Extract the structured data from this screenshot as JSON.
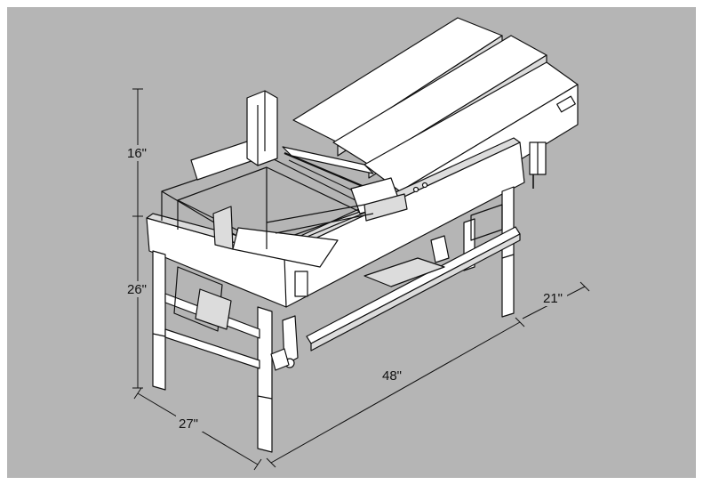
{
  "figure": {
    "colors": {
      "background": "#b5b5b5",
      "line": "#111111",
      "fill": "#ffffff",
      "shade": "#dcdcdc"
    },
    "dimensions": {
      "upper_height": "16\"",
      "lower_height": "26\"",
      "length": "48\"",
      "width_front": "27\"",
      "width_right": "21\""
    }
  }
}
